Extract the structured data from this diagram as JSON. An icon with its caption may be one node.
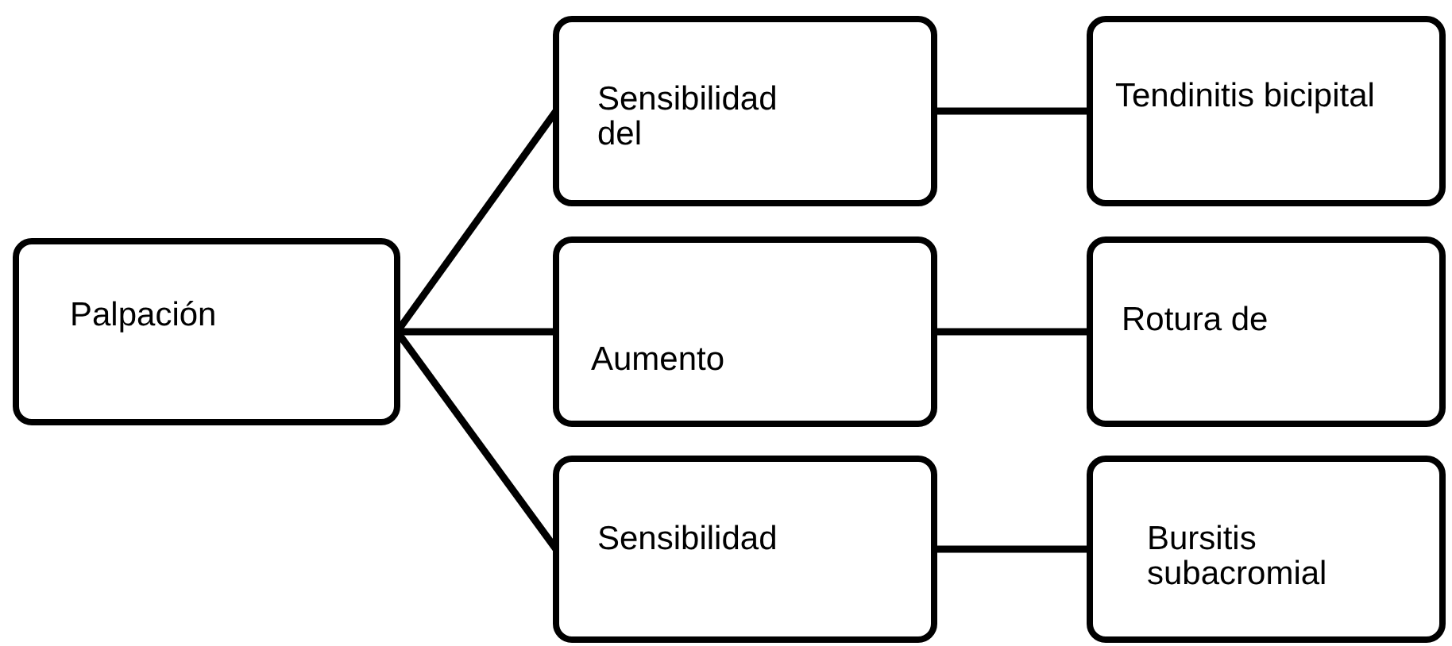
{
  "diagram": {
    "nodes": [
      {
        "text": [
          "Palpación"
        ]
      },
      {
        "text": [
          "Sensibilidad del"
        ]
      },
      {
        "text": [
          "Aumento"
        ]
      },
      {
        "text": [
          "Sensibilidad"
        ]
      },
      {
        "text": [
          "Tendinitis bicipital"
        ]
      },
      {
        "text": [
          "Rotura de"
        ]
      },
      {
        "text": [
          "Bursitis subacromial"
        ]
      }
    ],
    "edges": [
      {
        "from": 0,
        "to": 1,
        "arrow": "none"
      },
      {
        "from": 0,
        "to": 2,
        "arrow": "none"
      },
      {
        "from": 0,
        "to": 3,
        "arrow": "none"
      },
      {
        "from": 1,
        "to": 4,
        "arrow": "none"
      },
      {
        "from": 2,
        "to": 5,
        "arrow": "none"
      },
      {
        "from": 3,
        "to": 6,
        "arrow": "none"
      }
    ]
  }
}
